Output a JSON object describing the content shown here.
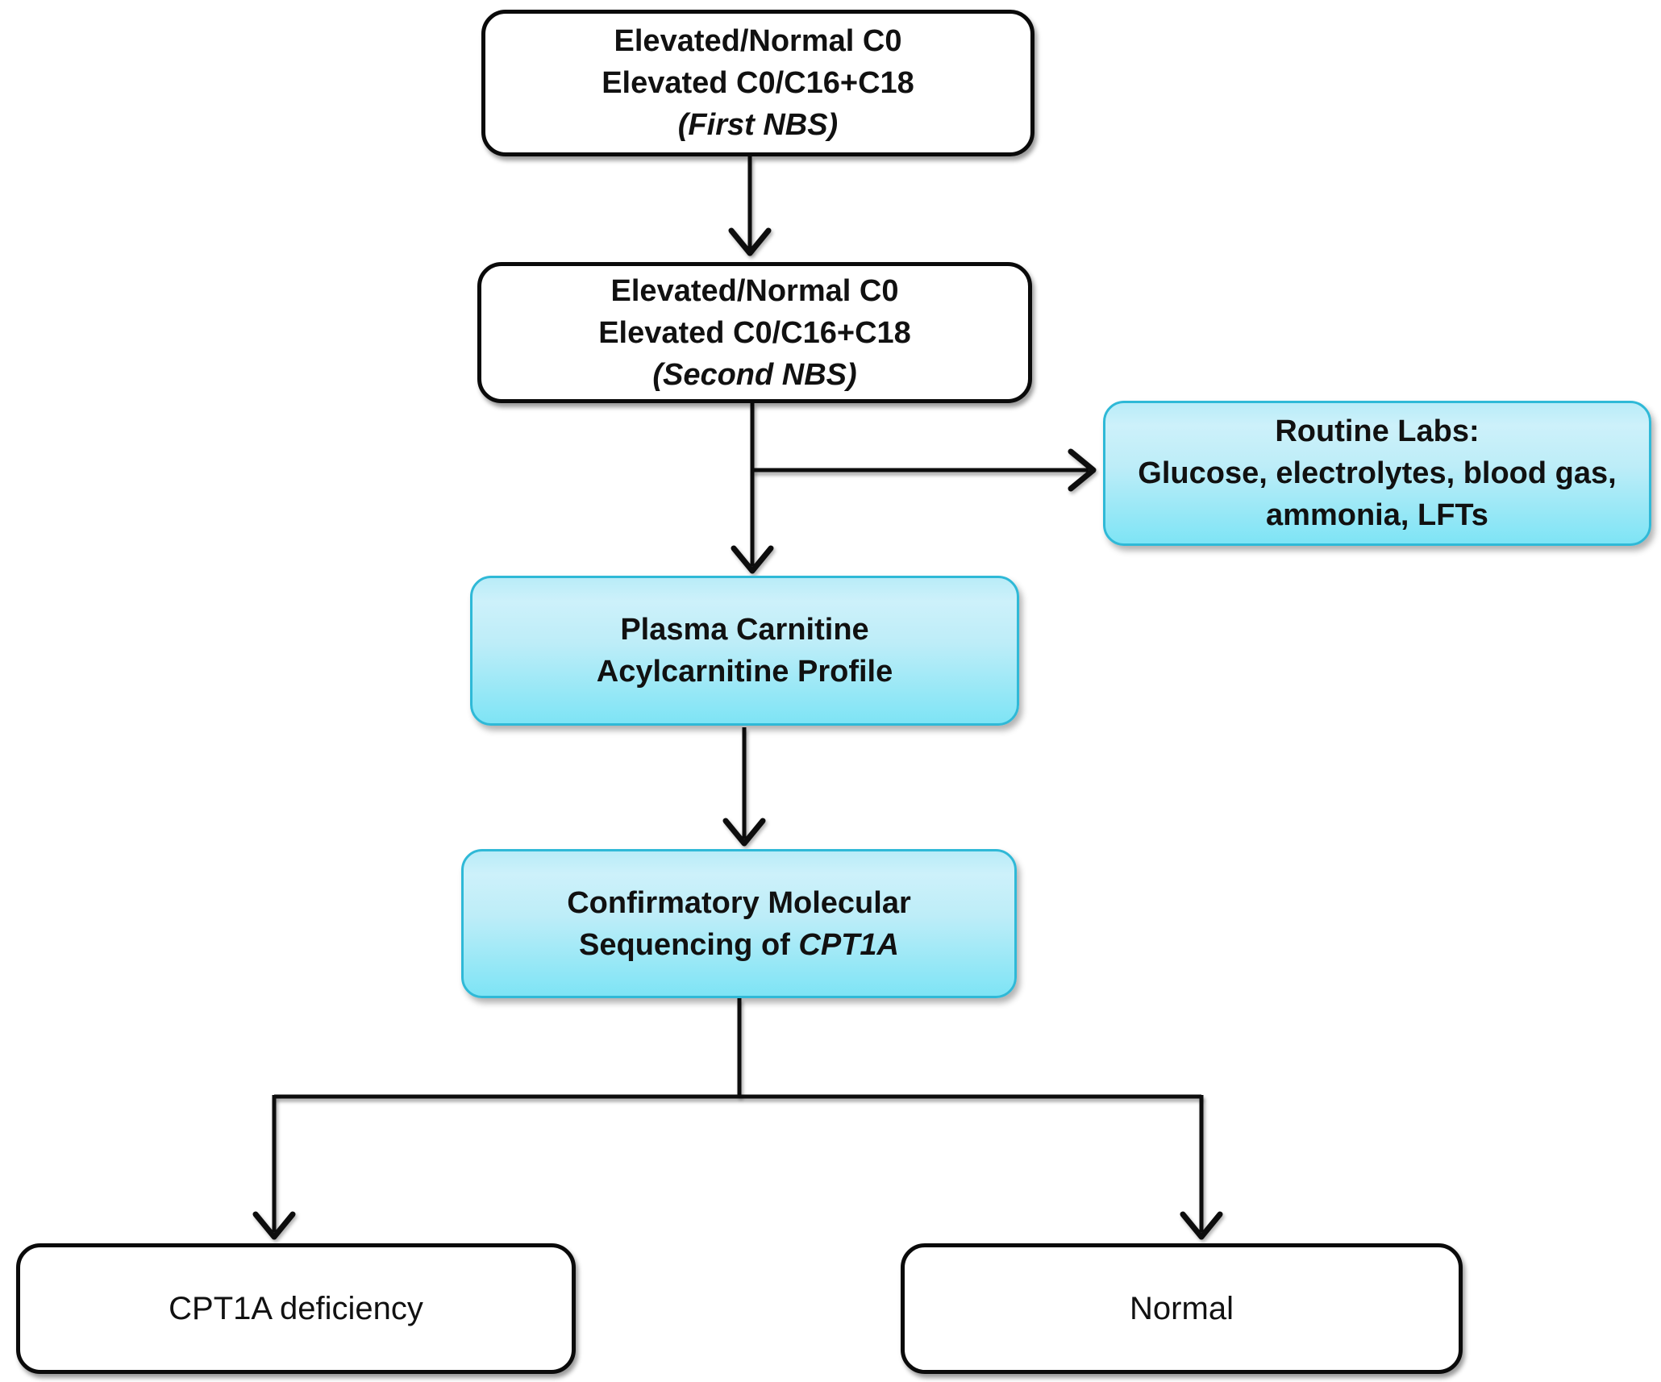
{
  "diagram": {
    "type": "flowchart",
    "nodes": {
      "first_nbs": {
        "line1": "Elevated/Normal C0",
        "line2": "Elevated C0/C16+C18",
        "line3": "(First NBS)"
      },
      "second_nbs": {
        "line1": "Elevated/Normal C0",
        "line2": "Elevated C0/C16+C18",
        "line3": "(Second NBS)"
      },
      "routine_labs": {
        "line1": "Routine Labs:",
        "line2": "Glucose, electrolytes, blood gas,",
        "line3": "ammonia, LFTs"
      },
      "plasma_profile": {
        "line1": "Plasma Carnitine",
        "line2": "Acylcarnitine Profile"
      },
      "confirmatory": {
        "line1": "Confirmatory Molecular",
        "line2_prefix": "Sequencing of ",
        "line2_gene": "CPT1A"
      },
      "outcome_deficiency": {
        "label": "CPT1A deficiency"
      },
      "outcome_normal": {
        "label": "Normal"
      }
    },
    "edges": [
      {
        "from": "first_nbs",
        "to": "second_nbs",
        "style": "arrow"
      },
      {
        "from": "second_nbs",
        "to": "plasma_profile",
        "style": "arrow"
      },
      {
        "from": "second_nbs",
        "to": "routine_labs",
        "style": "arrow-branch-right"
      },
      {
        "from": "plasma_profile",
        "to": "confirmatory",
        "style": "arrow"
      },
      {
        "from": "confirmatory",
        "to": "outcome_deficiency",
        "style": "arrow-branch"
      },
      {
        "from": "confirmatory",
        "to": "outcome_normal",
        "style": "arrow-branch"
      }
    ],
    "colors": {
      "node_fill_white": "#ffffff",
      "node_border_dark": "#0a0a0a",
      "cyan_fill_top": "#cdf1fa",
      "cyan_fill_bottom": "#7ee4f5",
      "cyan_border": "#2fb9d7",
      "connector": "#0d0d0d",
      "text": "#111111"
    }
  }
}
